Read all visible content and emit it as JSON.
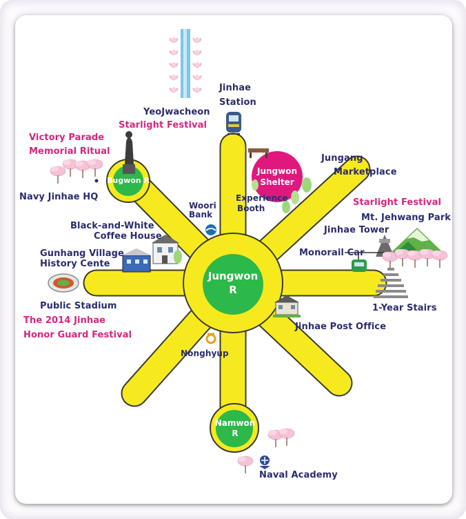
{
  "rotaries": {
    "jungwon": {
      "line1": "Jungwon",
      "line2": "R"
    },
    "bugwon": "Bugwon R",
    "namwon": {
      "line1": "Namwon",
      "line2": "R"
    }
  },
  "shelter": {
    "line1": "Jungwon",
    "line2": "Shelter"
  },
  "labels": {
    "jinhae_station_1": "Jinhae",
    "jinhae_station_2": "Station",
    "yeojwacheon": "YeoJwacheon",
    "starlight_festival_1": "Starlight Festival",
    "victory_parade_1": "Victory Parade",
    "victory_parade_2": "Memorial Ritual",
    "navy_hq": "Navy Jinhae HQ",
    "woori_bank_1": "Woori",
    "woori_bank_2": "Bank",
    "experience_booth_1": "Experience",
    "experience_booth_2": "Booth",
    "jungang_1": "Jungang",
    "jungang_2": "Marketplace",
    "starlight_festival_2": "Starlight Festival",
    "jehwang_park": "Mt. Jehwang Park",
    "jinhae_tower": "Jinhae Tower",
    "coffee_house_1": "Black-and-White",
    "coffee_house_2": "Coffee House",
    "gunhang_1": "Gunhang Village",
    "gunhang_2": "History Cente",
    "monorail": "Monorail Car",
    "public_stadium": "Public Stadium",
    "honor_guard_1": "The 2014 Jinhae",
    "honor_guard_2": "Honor Guard Festival",
    "year_stairs": "1-Year Stairs",
    "post_office": "Jinhae Post Office",
    "nonghyup": "Nonghyup",
    "naval_academy": "Naval Academy"
  },
  "colors": {
    "road": "#f6ea1f",
    "road_outline": "#3a3a2a",
    "rotary": "#2db84a",
    "shelter": "#e0187e",
    "navy_text": "#2a2c6e",
    "pink_text": "#d6257e"
  },
  "icons": [
    "cherry-blossom-icon",
    "stream-icon",
    "train-icon",
    "bench-icon",
    "statue-icon",
    "bank-icon",
    "building-icon",
    "house-icon",
    "stadium-icon",
    "mountain-icon",
    "tower-icon",
    "monorail-icon",
    "stairs-icon",
    "post-office-icon",
    "nonghyup-icon",
    "naval-academy-icon",
    "tree-icon"
  ]
}
